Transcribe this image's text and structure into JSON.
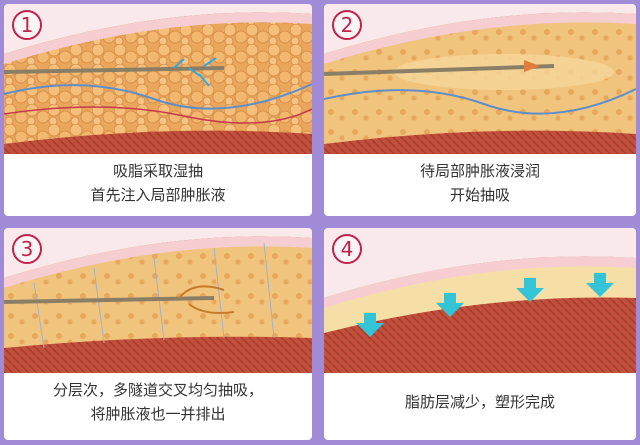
{
  "panels": [
    {
      "num": "1",
      "cap1": "吸脂采取湿抽",
      "cap2": "首先注入局部肿胀液"
    },
    {
      "num": "2",
      "cap1": "待局部肿胀液浸润",
      "cap2": "开始抽吸"
    },
    {
      "num": "3",
      "cap1": "分层次，多隧道交叉均匀抽吸，",
      "cap2": "将肿胀液也一并排出"
    },
    {
      "num": "4",
      "cap1": "脂肪层减少，塑形完成",
      "cap2": ""
    }
  ],
  "colors": {
    "frame": "#a18ad6",
    "number": "#c0224c",
    "fat": "#f0b066",
    "muscle": "#c8523c",
    "skin": "#f4cfd2",
    "vein": "#5f8fc9",
    "arrow": "#35c3d6"
  }
}
